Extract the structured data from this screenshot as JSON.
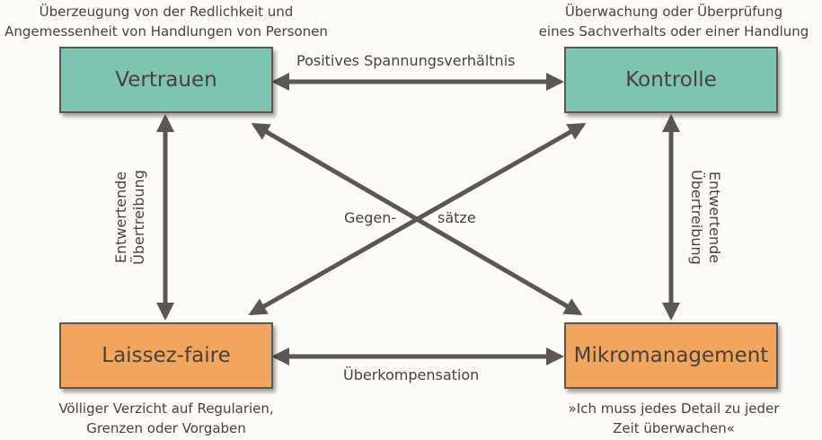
{
  "nodes": {
    "vertrauen": {
      "label": "Vertrauen",
      "desc": [
        "Überzeugung von der Redlichkeit und",
        "Angemessenheit von Handlungen von Personen"
      ]
    },
    "kontrolle": {
      "label": "Kontrolle",
      "desc": [
        "Überwachung oder Überprüfung",
        "eines Sachverhalts oder einer Handlung"
      ]
    },
    "laissez": {
      "label": "Laissez-faire",
      "desc": [
        "Völliger Verzicht auf Regularien,",
        "Grenzen oder Vorgaben"
      ]
    },
    "mikro": {
      "label": "Mikromanagement",
      "desc": [
        "»Ich muss jedes Detail zu jeder",
        "Zeit überwachen«"
      ]
    }
  },
  "edges": {
    "top": "Positives Spannungsverhältnis",
    "bottom": "Überkompensation",
    "left": [
      "Entwertende",
      "Übertreibung"
    ],
    "right": [
      "Entwertende",
      "Übertreibung"
    ],
    "cross_left": "Gegen-",
    "cross_right": "sätze"
  },
  "colors": {
    "teal": "#7fc3b3",
    "orange": "#f2a55d",
    "arrow": "#5e5650"
  }
}
